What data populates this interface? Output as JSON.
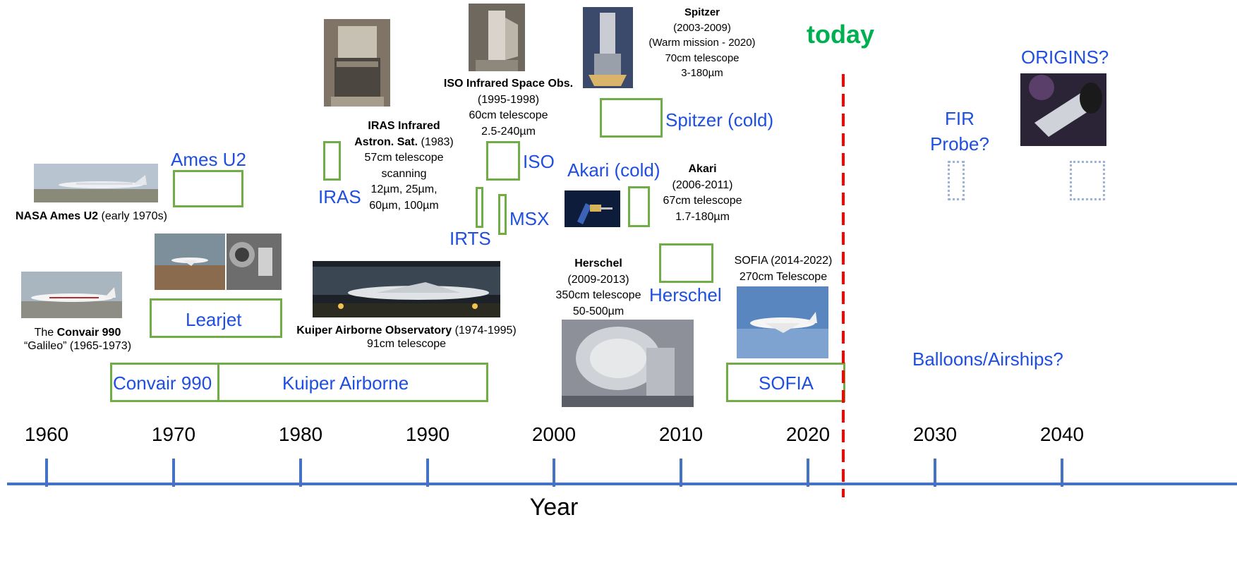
{
  "axis": {
    "label": "Year",
    "years": [
      "1960",
      "1970",
      "1980",
      "1990",
      "2000",
      "2010",
      "2020",
      "2030",
      "2040"
    ]
  },
  "today": {
    "label": "today",
    "color": "#00b050",
    "line_color": "#ff0000"
  },
  "colors": {
    "box_border": "#70ad47",
    "mission_label": "#1f4fe0",
    "axis": "#4472c4",
    "future_box": "#9db3d9"
  },
  "missions": {
    "ames_u2": "Ames U2",
    "learjet": "Learjet",
    "convair": "Convair 990",
    "kuiper": "Kuiper Airborne",
    "iras": "IRAS",
    "irts": "IRTS",
    "iso": "ISO",
    "msx": "MSX",
    "akari": "Akari (cold)",
    "spitzer": "Spitzer (cold)",
    "herschel": "Herschel",
    "sofia": "SOFIA",
    "fir_probe_1": "FIR",
    "fir_probe_2": "Probe?",
    "origins": "ORIGINS?",
    "balloons": "Balloons/Airships?"
  },
  "captions": {
    "ames_u2": {
      "bold": "NASA Ames U2",
      "rest": " (early 1970s)"
    },
    "convair": {
      "pre": "The ",
      "bold": "Convair 990",
      "line2": "“Galileo” (1965-1973)"
    },
    "kuiper": {
      "bold": "Kuiper Airborne Observatory",
      "rest": " (1974-1995)",
      "line2": "91cm telescope"
    },
    "iras": {
      "line1": "IRAS Infrared",
      "line2_bold": "Astron. Sat.",
      "line2_rest": " (1983)",
      "line3": "57cm telescope",
      "line4": "scanning",
      "line5": "12µm, 25µm,",
      "line6": "60µm, 100µm"
    },
    "iso": {
      "title": "ISO Infrared Space Obs.",
      "line2": "(1995-1998)",
      "line3": "60cm telescope",
      "line4": "2.5-240µm"
    },
    "spitzer": {
      "title": "Spitzer",
      "line2": "(2003-2009)",
      "line3": "(Warm mission - 2020)",
      "line4": "70cm telescope",
      "line5": "3-180µm"
    },
    "akari": {
      "title": "Akari",
      "line2": "(2006-2011)",
      "line3": "67cm telescope",
      "line4": "1.7-180µm"
    },
    "herschel": {
      "title": "Herschel",
      "line2": "(2009-2013)",
      "line3": "350cm telescope",
      "line4": "50-500µm"
    },
    "sofia": {
      "line1": "SOFIA  (2014-2022)",
      "line2": "270cm Telescope"
    }
  }
}
